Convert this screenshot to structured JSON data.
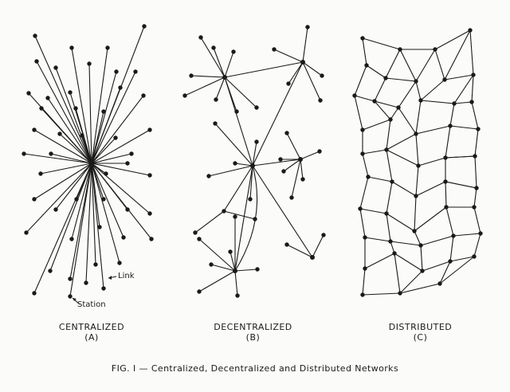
{
  "figure": {
    "caption": "FIG. I — Centralized, Decentralized and Distributed Networks",
    "ink_color": "#1a1a1a",
    "paper_color": "#fbfbf9"
  },
  "panels": [
    {
      "title": "CENTRALIZED",
      "letter": "(A)"
    },
    {
      "title": "DECENTRALIZED",
      "letter": "(B)"
    },
    {
      "title": "DISTRIBUTED",
      "letter": "(C)"
    }
  ],
  "annotations": {
    "link": "Link",
    "station": "Station"
  }
}
